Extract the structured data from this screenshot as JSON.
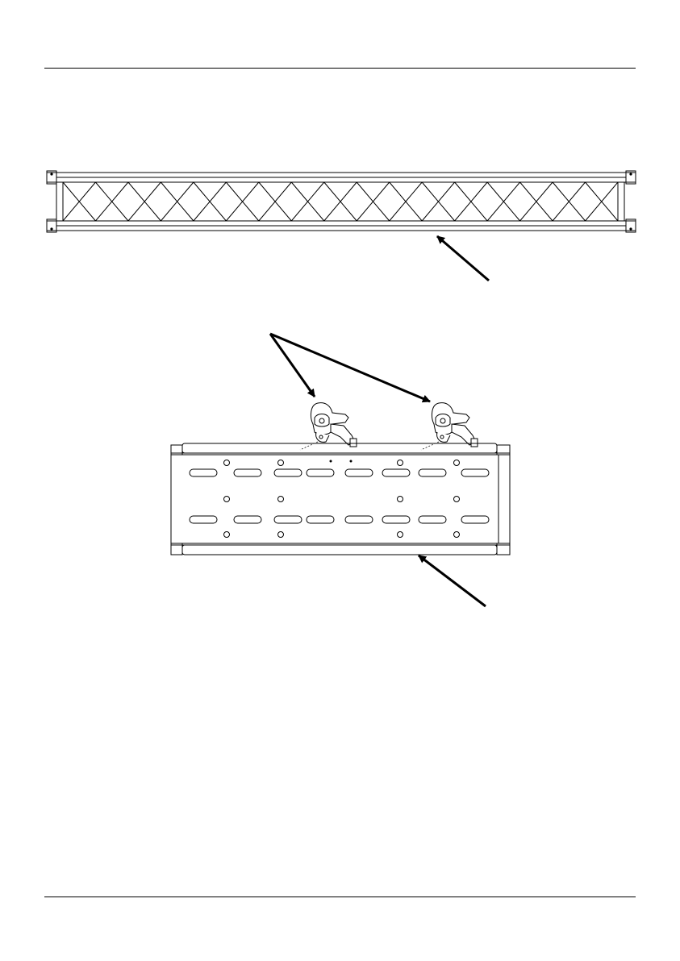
{
  "page": {
    "line_color": "#000000",
    "background": "#ffffff"
  },
  "truss": {
    "bay_count": 17,
    "icon": "truss-segment-icon"
  },
  "plate": {
    "slot_rows": 2,
    "slots_per_row": 8,
    "icon": "mounting-plate-icon"
  },
  "clamps": {
    "count": 2,
    "icon": "half-coupler-clamp-icon"
  },
  "pointers": {
    "icon": "pointer-arrow-icon"
  }
}
